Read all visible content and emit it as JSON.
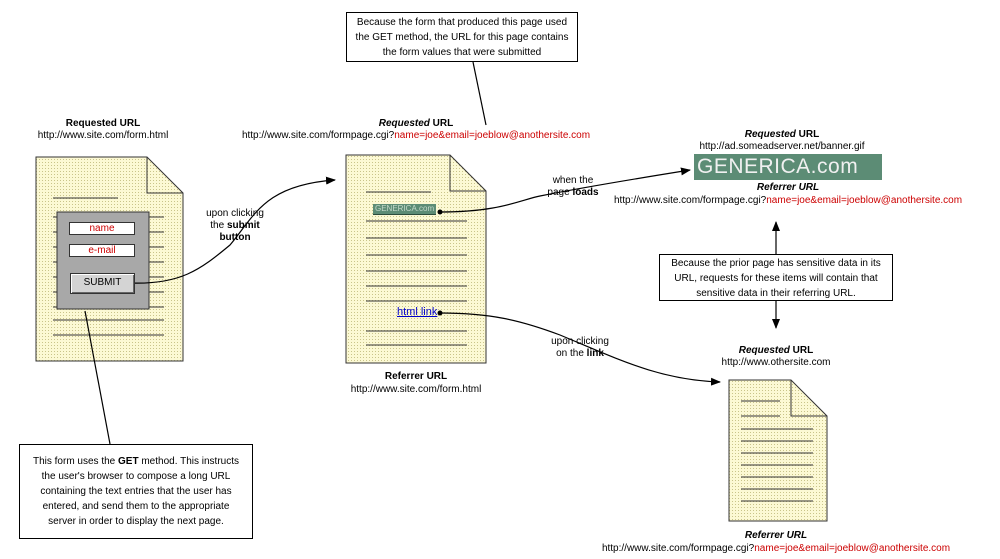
{
  "top_note": {
    "line1": "Because the form that produced this page used",
    "line2": "the GET method, the URL for this page contains",
    "line3": "the form values that were submitted"
  },
  "page1": {
    "requested_label": "Requested URL",
    "requested_url": "http://www.site.com/form.html",
    "form": {
      "name_field": "name",
      "email_field": "e-mail",
      "submit_button": "SUBMIT"
    }
  },
  "arrow_submit": {
    "line1": "upon clicking",
    "line2_pre": "the ",
    "line2_bold": "submit",
    "line3": "button"
  },
  "page2": {
    "requested_label_italic": "Requested",
    "requested_label_rest": " URL",
    "requested_url_base": "http://www.site.com/formpage.cgi?",
    "requested_url_query": "name=joe&email=joeblow@anothersite.com",
    "ad_small": "GENERICA.com",
    "html_link": "html link",
    "referrer_label": "Referrer URL",
    "referrer_url": "http://www.site.com/form.html"
  },
  "arrow_load": {
    "line1": "when the",
    "line2_pre": "page ",
    "line2_bold": "loads"
  },
  "banner": {
    "requested_label_italic": "Requested",
    "requested_label_rest": " URL",
    "requested_url": "http://ad.someadserver.net/banner.gif",
    "ad_big": "GENERICA.com",
    "referrer_label": "Referrer URL",
    "referrer_url_base": "http://www.site.com/formpage.cgi?",
    "referrer_url_query": "name=joe&email=joeblow@anothersite.com"
  },
  "middle_note": {
    "line1": "Because the prior page has sensitive data in its",
    "line2": "URL, requests for these items will contain that",
    "line3": "sensitive data in their referring URL."
  },
  "arrow_link": {
    "line1": "upon clicking",
    "line2_pre": "on the ",
    "line2_bold": "link"
  },
  "page3": {
    "requested_label_italic": "Requested",
    "requested_label_rest": " URL",
    "requested_url": "http://www.othersite.com",
    "referrer_label": "Referrer URL",
    "referrer_url_base": "http://www.site.com/formpage.cgi?",
    "referrer_url_query": "name=joe&email=joeblow@anothersite.com"
  },
  "bottom_note": {
    "line1_pre": "This form uses the ",
    "line1_bold": "GET",
    "line1_post": " method. This instructs",
    "line2": "the user's browser to compose a long URL",
    "line3": "containing the text entries that the user has",
    "line4": "entered, and send them to the appropriate",
    "line5": "server in order to display the next page."
  },
  "colors": {
    "page_fill": "#fbf8cf",
    "query_red": "#cc0000",
    "ad_green": "#5c8c75",
    "form_gray": "#a8a8a8"
  }
}
